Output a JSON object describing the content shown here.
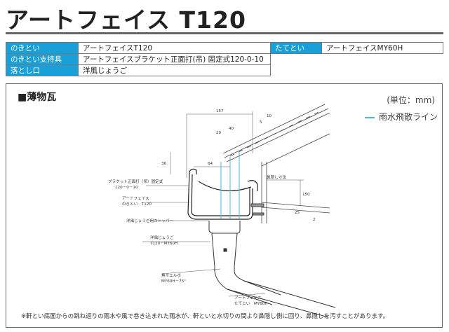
{
  "title": "アートフェイス T120",
  "spec": {
    "gutter_label": "のきとい",
    "gutter_value": "アートフェイスT120",
    "bracket_label": "のきとい支持具",
    "bracket_value": "アートフェイスブラケット正面打(吊) 固定式120-0-10",
    "outlet_label": "落とし口",
    "outlet_value": "洋風じょうご",
    "downpipe_label": "たてとい",
    "downpipe_value": "アートフェイスMY60H"
  },
  "section": "■薄物瓦",
  "unit": "(単位：mm)",
  "legend": "雨水飛散ライン",
  "dims": {
    "d157": "157",
    "d10": "10",
    "d5": "5",
    "d20": "20",
    "d40": "40",
    "d36": "36",
    "d64": "64",
    "d150": "150",
    "d25": "25",
    "d2": "2"
  },
  "labels": {
    "bracket": "ブラケット正面打（吊）固定式",
    "bracket2": "120－0－10",
    "gutter": "アートフェイス",
    "gutter2": "のきとい　T120",
    "stopper": "洋風じょうご用ストッパー",
    "funnel": "洋風じょうご",
    "funnel2": "T120－MY60H",
    "elbow": "角々エルボ",
    "elbow2": "MY60H－75°",
    "pipe": "アートフェイス",
    "pipe2": "たてとい　MY60H",
    "fascia": "鼻隠し寸法"
  },
  "note": "※軒とい底面からの跳ね返りの雨水や風で巻き込まれた雨水が、軒といと水切りの間より鼻隠し側に回り、鼻隠しを汚すことがあります。"
}
